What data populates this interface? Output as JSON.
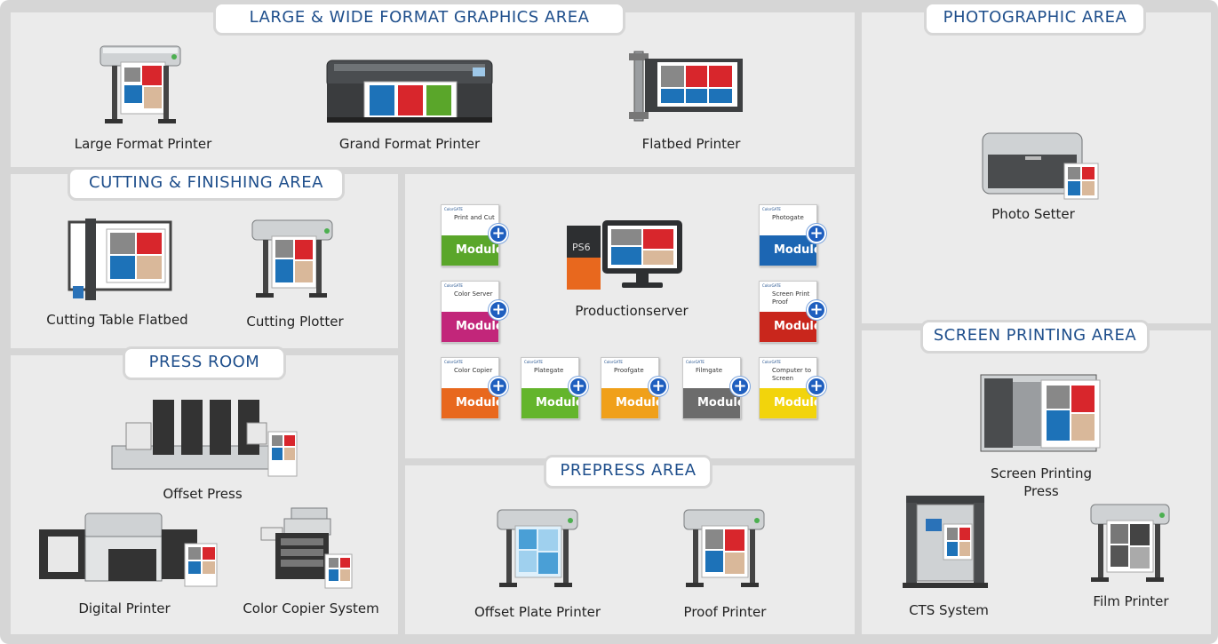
{
  "areas": {
    "large_format": {
      "title": "LARGE & WIDE FORMAT GRAPHICS AREA",
      "devices": [
        "Large Format Printer",
        "Grand Format Printer",
        "Flatbed Printer"
      ]
    },
    "photographic": {
      "title": "PHOTOGRAPHIC AREA",
      "devices": [
        "Photo Setter"
      ]
    },
    "cutting": {
      "title": "CUTTING & FINISHING AREA",
      "devices": [
        "Cutting Table Flatbed",
        "Cutting Plotter"
      ]
    },
    "press_room": {
      "title": "PRESS ROOM",
      "devices": [
        "Offset Press",
        "Digital Printer",
        "Color Copier System"
      ]
    },
    "production": {
      "server": "Productionserver",
      "server_badge": "PS6",
      "module_word": "Module",
      "brand": "ColorGATE",
      "modules": [
        {
          "name": "Print and Cut",
          "color": "#5aa62a"
        },
        {
          "name": "Photogate",
          "color": "#1c66b3"
        },
        {
          "name": "Color Server",
          "color": "#c2267a"
        },
        {
          "name": "Screen Print Proof",
          "color": "#c9261c"
        },
        {
          "name": "Color Copier",
          "color": "#e8681e"
        },
        {
          "name": "Plategate",
          "color": "#64b52c"
        },
        {
          "name": "Proofgate",
          "color": "#f0a01a"
        },
        {
          "name": "Filmgate",
          "color": "#6c6c6c"
        },
        {
          "name": "Computer to Screen",
          "color": "#f2d40c"
        }
      ]
    },
    "prepress": {
      "title": "PREPRESS AREA",
      "devices": [
        "Offset Plate Printer",
        "Proof Printer"
      ]
    },
    "screen_printing": {
      "title": "SCREEN PRINTING AREA",
      "devices": [
        "Screen Printing Press",
        "CTS System",
        "Film Printer"
      ]
    }
  },
  "colors": {
    "frame": "#d6d6d6",
    "panel": "#ebebeb",
    "title_text": "#1f4f8c",
    "plus_badge": "#1f5fbf"
  },
  "icons": [
    "printer-icon",
    "photo-setter-icon",
    "offset-press-icon",
    "server-icon",
    "module-box-icon",
    "plus-icon"
  ]
}
